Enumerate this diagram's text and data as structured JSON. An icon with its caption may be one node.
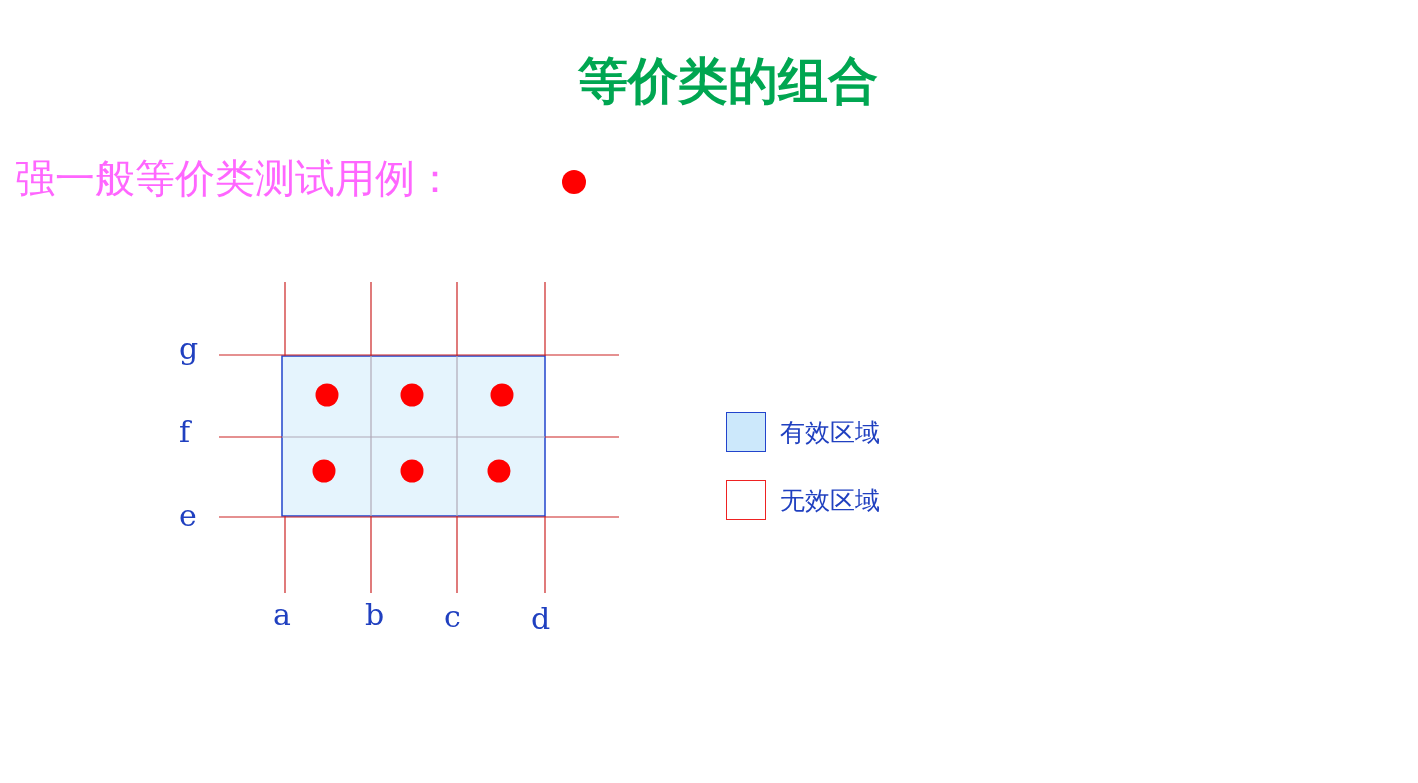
{
  "diagram": {
    "title": "等价类的组合",
    "labels": [
      "强一般等价类测试用例：",
      "g",
      "f",
      "e",
      "a",
      "b",
      "c",
      "d"
    ],
    "legend": [
      {
        "text": "有效区域",
        "color": "#cce8fb"
      },
      {
        "text": "无效区域"
      }
    ]
  }
}
